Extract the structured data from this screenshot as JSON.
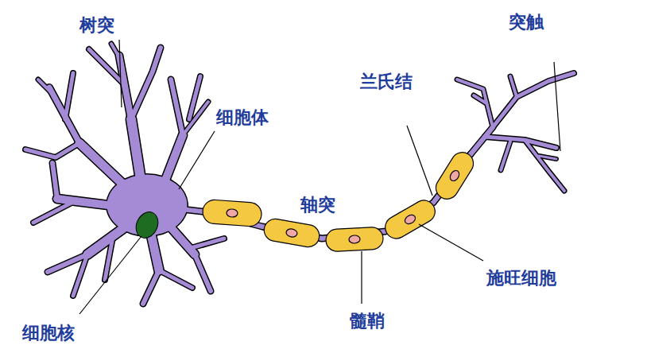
{
  "diagram": {
    "labels": [
      "树突",
      "细胞体",
      "突触",
      "兰氏结",
      "轴突",
      "施旺细胞",
      "髓鞘",
      "细胞核"
    ]
  }
}
